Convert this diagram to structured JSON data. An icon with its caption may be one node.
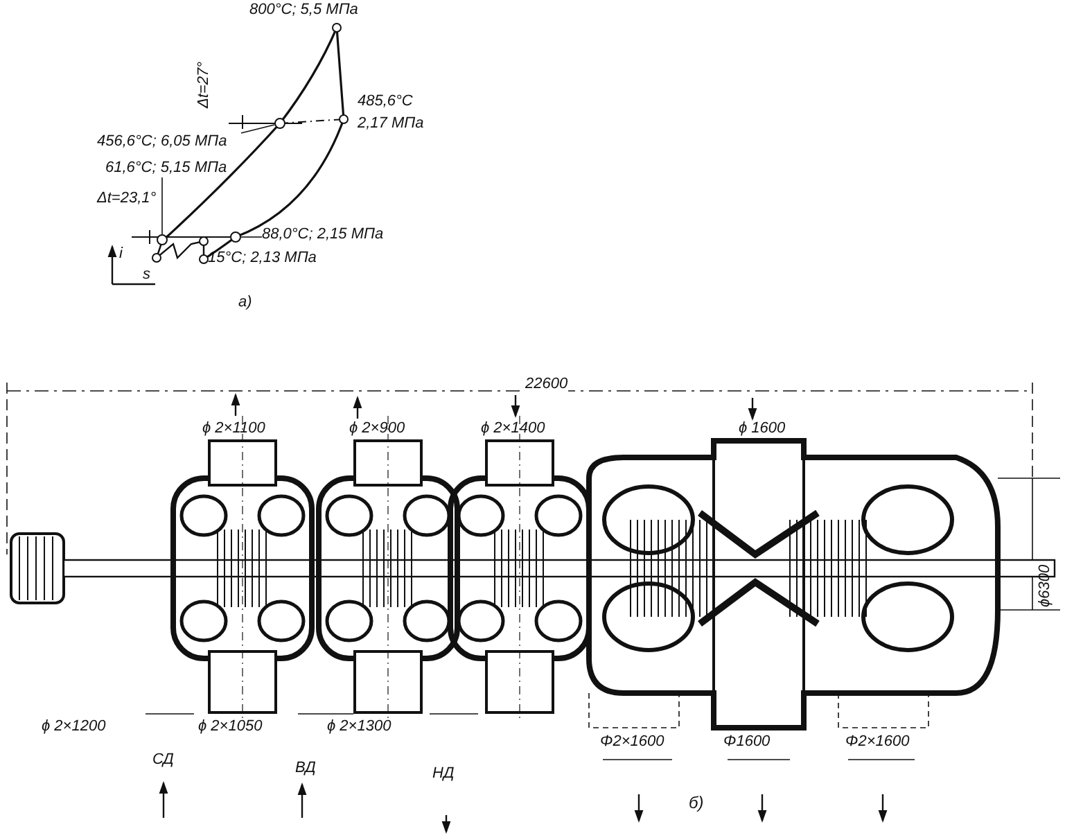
{
  "diagram": {
    "nodes": [
      {
        "text": [
          "456,6°C; 6,05 МПа"
        ]
      },
      {
        "text": [],
        "shape": "circle"
      },
      {
        "text": [
          "61,6°C; 5,15 МПа"
        ]
      },
      {
        "text": [],
        "shape": "circle"
      },
      {
        "text": [
          "88,0°C; 2,15 МПа"
        ]
      },
      {
        "text": [],
        "shape": "circle"
      }
    ],
    "edges": [
      {
        "from": 0,
        "to": 1,
        "arrow": "none"
      },
      {
        "from": 2,
        "to": 3,
        "arrow": "none"
      },
      {
        "from": 4,
        "to": 5,
        "arrow": "none"
      }
    ],
    "labels": [
      "800°C; 5,5 МПа",
      "Δt=27°",
      "485,6°C",
      "2,17 МПа",
      "Δt=23,1°",
      "i",
      "15°C; 2,13 МПа",
      "s",
      "а)",
      "22600",
      "ϕ 2×1100",
      "ϕ 2×900",
      "ϕ 2×1400",
      "ϕ 1600",
      "ϕ6300",
      "ϕ 2×1200",
      "ϕ 2×1050",
      "ϕ 2×1300",
      "СД",
      "ВД",
      "Φ2×1600",
      "Φ1600",
      "Φ2×1600",
      "НД",
      "б)"
    ]
  }
}
